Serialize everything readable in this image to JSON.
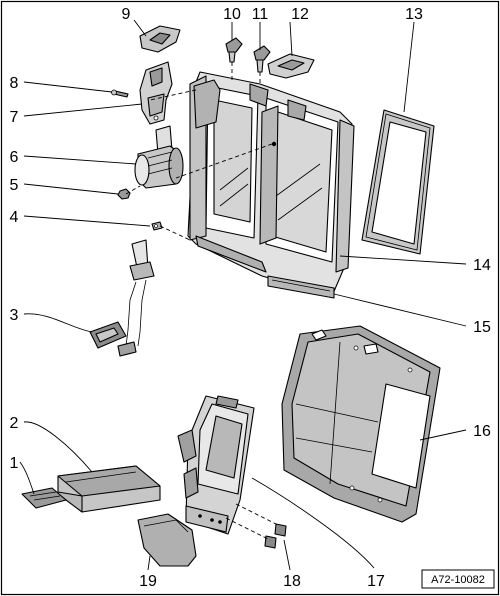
{
  "callouts": [
    "1",
    "2",
    "3",
    "4",
    "5",
    "6",
    "7",
    "8",
    "9",
    "10",
    "11",
    "12",
    "13",
    "14",
    "15",
    "16",
    "17",
    "18",
    "19"
  ],
  "reference_code": "A72-10082",
  "colors": {
    "line": "#000000",
    "background": "#ffffff",
    "part_grey": "#c8c8c8",
    "part_dark": "#9a9a9a",
    "part_light": "#e4e4e4"
  }
}
